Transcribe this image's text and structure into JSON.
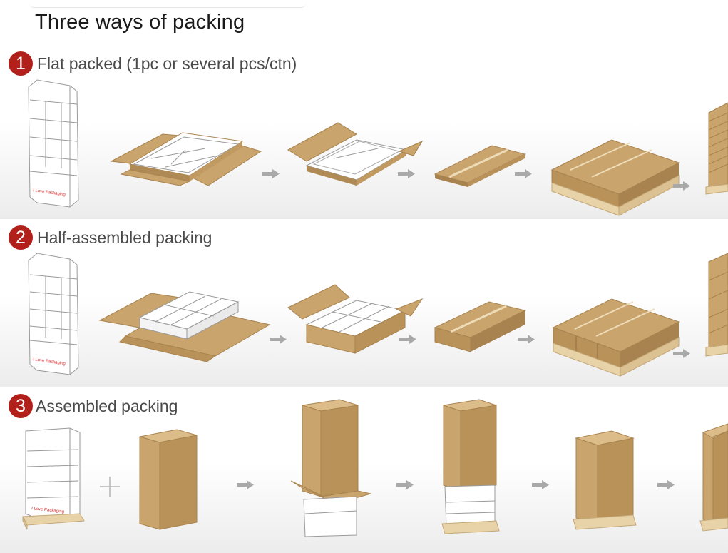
{
  "page": {
    "title": "Three ways of packing"
  },
  "sections": [
    {
      "number": "1",
      "label": "Flat packed (1pc or several pcs/ctn)",
      "display_text": "I Love Packaging"
    },
    {
      "number": "2",
      "label": "Half-assembled packing",
      "display_text": "I Love Packaging"
    },
    {
      "number": "3",
      "label": "Assembled packing",
      "display_text": "I Love Packaging"
    }
  ],
  "colors": {
    "badge": "#b2201c",
    "cardboard": "#c9a46c",
    "cardboard_dark": "#a8834f",
    "cardboard_light": "#dcbd8a",
    "pallet": "#e8d2a8",
    "arrow": "#a9a9a9",
    "display_text": "#e03030"
  },
  "icons": [
    "arrow-right-icon",
    "plus-icon",
    "display-stand-icon",
    "carton-icon",
    "pallet-icon"
  ]
}
